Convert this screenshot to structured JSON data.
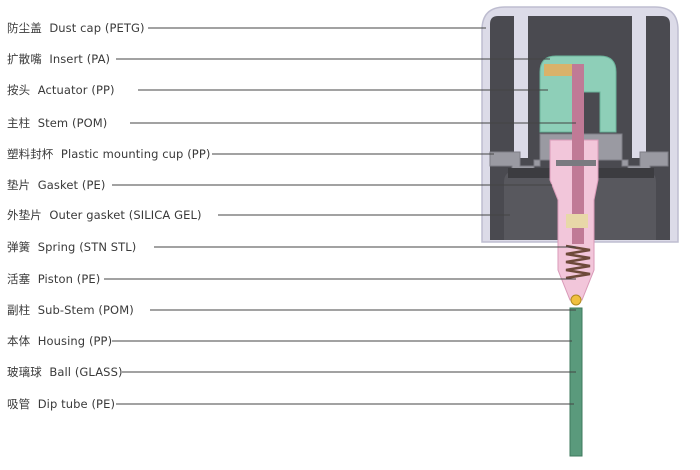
{
  "parts": [
    {
      "zh": "防尘盖",
      "en": "Dust cap",
      "material": "(PETG)"
    },
    {
      "zh": "扩散嘴",
      "en": "Insert",
      "material": "(PA)"
    },
    {
      "zh": "按头",
      "en": "Actuator",
      "material": "(PP)"
    },
    {
      "zh": "主柱",
      "en": "Stem",
      "material": "(POM)"
    },
    {
      "zh": "塑料封杯",
      "en": "Plastic mounting cup",
      "material": "(PP)"
    },
    {
      "zh": "垫片",
      "en": "Gasket",
      "material": "(PE)"
    },
    {
      "zh": "外垫片",
      "en": "Outer gasket",
      "material": "(SILICA GEL)"
    },
    {
      "zh": "弹簧",
      "en": "Spring",
      "material": "(STN STL)"
    },
    {
      "zh": "活塞",
      "en": "Piston",
      "material": "(PE)"
    },
    {
      "zh": "副柱",
      "en": "Sub-Stem",
      "material": "(POM)"
    },
    {
      "zh": "本体",
      "en": "Housing",
      "material": "(PP)"
    },
    {
      "zh": "玻璃球",
      "en": "Ball",
      "material": "(GLASS)"
    },
    {
      "zh": "吸管",
      "en": "Dip tube",
      "material": "(PE)"
    }
  ],
  "colors": {
    "dust_cap": "#dcdbe8",
    "actuator": "#8ecfb8",
    "housing": "#f2c6da",
    "dip_tube": "#5a9a7c",
    "can": "#4d4d52",
    "leader_line": "#444444"
  }
}
